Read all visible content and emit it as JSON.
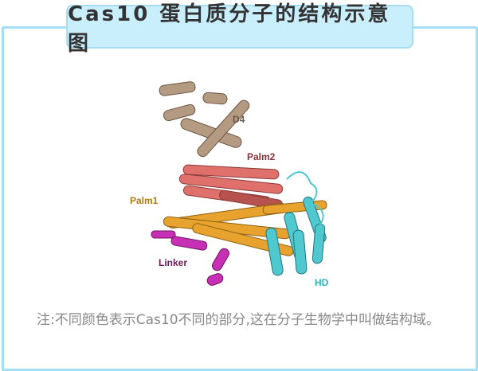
{
  "title": "Cas10 蛋白质分子的结构示意图",
  "figure": {
    "labels": {
      "d4": "D4",
      "palm2": "Palm2",
      "palm1": "Palm1",
      "linker": "Linker",
      "hd": "HD"
    },
    "colors": {
      "d4": "#b59a82",
      "palm2": "#e0706c",
      "palm1": "#e8a32e",
      "linker": "#c72fb4",
      "hd": "#4fc8d0"
    }
  },
  "note": "注:不同颜色表示Cas10不同的部分,这在分子生物学中叫做结构域。"
}
